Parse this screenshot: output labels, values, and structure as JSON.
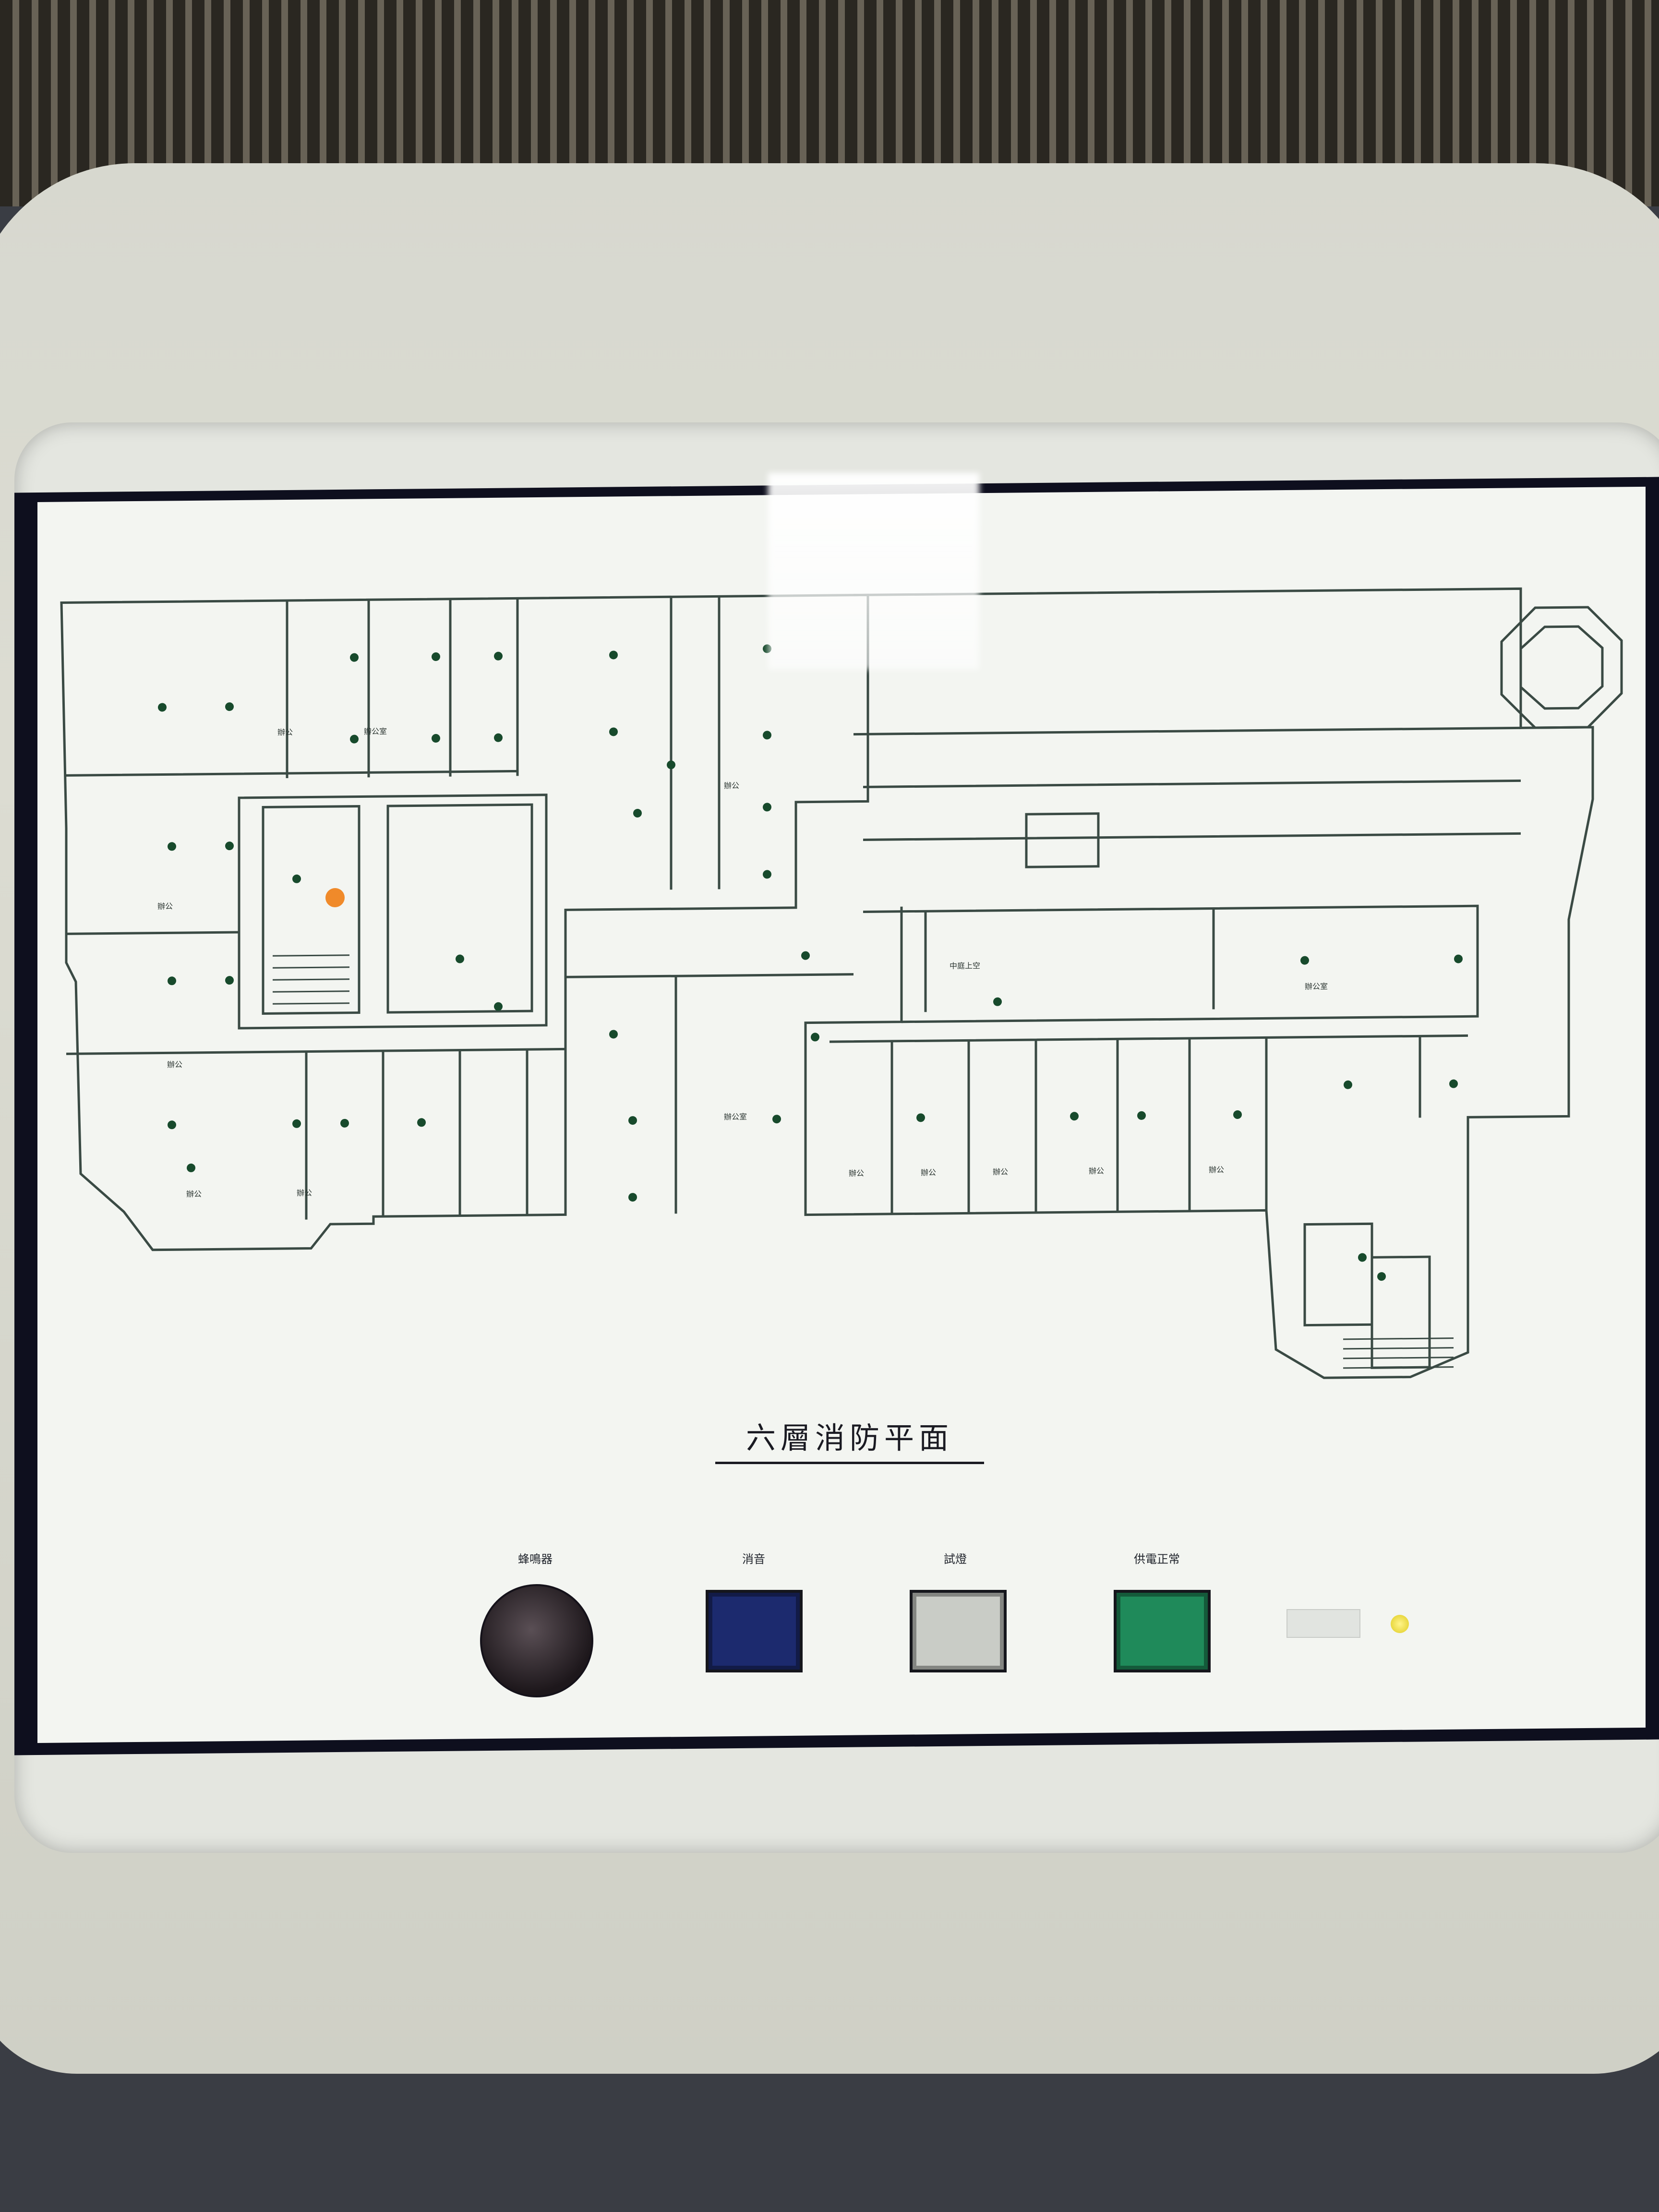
{
  "panel": {
    "title": "六層消防平面",
    "controls": {
      "buzzer_label": "蜂鳴器",
      "silence_label": "消音",
      "test_label": "試燈",
      "power_label": "供電正常"
    },
    "colors": {
      "silence_button": "#1c2a6e",
      "test_button": "#c9ccc6",
      "power_button": "#1f8a5a",
      "alarm_point": "#f08a2a",
      "detector_dot": "#174a2c",
      "wall_line": "#3a4a44"
    },
    "alarm_point_state": "active"
  },
  "floor_plan": {
    "room_labels": [
      "辦公",
      "辦公",
      "辦公",
      "辦公",
      "辦公",
      "辦公",
      "辦公",
      "辦公",
      "辦公",
      "辦公",
      "辦公",
      "辦公室",
      "辦公室",
      "辦公室",
      "中庭上空"
    ]
  }
}
